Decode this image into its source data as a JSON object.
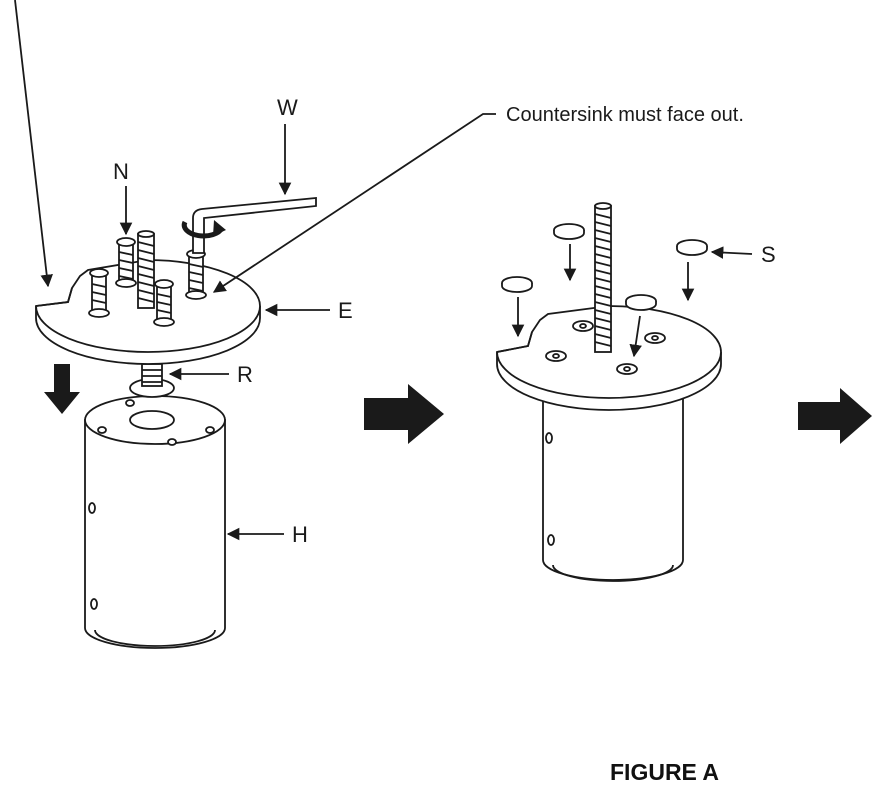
{
  "labels": {
    "n": "N",
    "w": "W",
    "e": "E",
    "r": "R",
    "h": "H",
    "s": "S"
  },
  "note": "Countersink must face out.",
  "figure_title": "FIGURE A"
}
